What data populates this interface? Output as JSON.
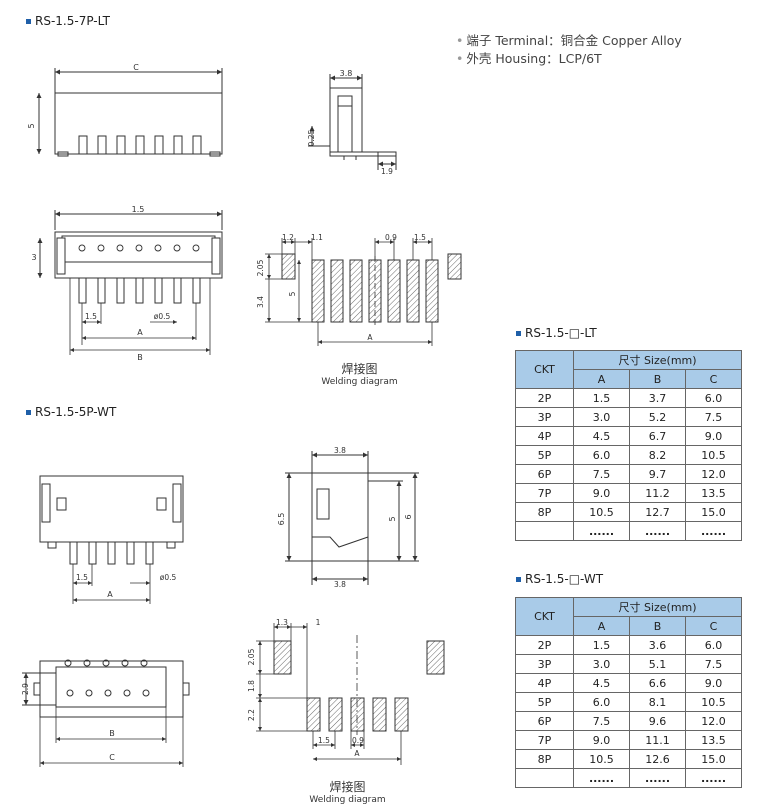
{
  "titles": {
    "lt7": "RS-1.5-7P-LT",
    "wt5": "RS-1.5-5P-WT",
    "table_lt": "RS-1.5-□-LT",
    "table_wt": "RS-1.5-□-WT"
  },
  "specs": [
    "端子 Terminal：铜合金 Copper Alloy",
    "外壳 Housing：LCP/6T"
  ],
  "welding": {
    "zh": "焊接图",
    "en": "Welding diagram"
  },
  "dims": {
    "C": "C",
    "A": "A",
    "B": "B",
    "d1_5": "1.5",
    "d3_8": "3.8",
    "d5": "5",
    "d0_25": "0.25",
    "d1_9": "1.9",
    "d3": "3",
    "d0_5": "ø0.5",
    "d1_2": "1.2",
    "d1_1": "1.1",
    "d0_9": "0.9",
    "d2_05": "2.05",
    "d3_4": "3.4",
    "d6_5": "6.5",
    "d6": "6",
    "d1_3": "1.3",
    "d1": "1",
    "d1_8": "1.8",
    "d2_2": "2.2",
    "d2_9": "2.9"
  },
  "table_header": {
    "ckt": "CKT",
    "size": "尺寸 Size(mm)",
    "a": "A",
    "b": "B",
    "c": "C"
  },
  "table_lt_rows": [
    [
      "2P",
      "1.5",
      "3.7",
      "6.0"
    ],
    [
      "3P",
      "3.0",
      "5.2",
      "7.5"
    ],
    [
      "4P",
      "4.5",
      "6.7",
      "9.0"
    ],
    [
      "5P",
      "6.0",
      "8.2",
      "10.5"
    ],
    [
      "6P",
      "7.5",
      "9.7",
      "12.0"
    ],
    [
      "7P",
      "9.0",
      "11.2",
      "13.5"
    ],
    [
      "8P",
      "10.5",
      "12.7",
      "15.0"
    ],
    [
      "",
      "......",
      "......",
      "......"
    ]
  ],
  "table_wt_rows": [
    [
      "2P",
      "1.5",
      "3.6",
      "6.0"
    ],
    [
      "3P",
      "3.0",
      "5.1",
      "7.5"
    ],
    [
      "4P",
      "4.5",
      "6.6",
      "9.0"
    ],
    [
      "5P",
      "6.0",
      "8.1",
      "10.5"
    ],
    [
      "6P",
      "7.5",
      "9.6",
      "12.0"
    ],
    [
      "7P",
      "9.0",
      "11.1",
      "13.5"
    ],
    [
      "8P",
      "10.5",
      "12.6",
      "15.0"
    ],
    [
      "",
      "......",
      "......",
      "......"
    ]
  ]
}
